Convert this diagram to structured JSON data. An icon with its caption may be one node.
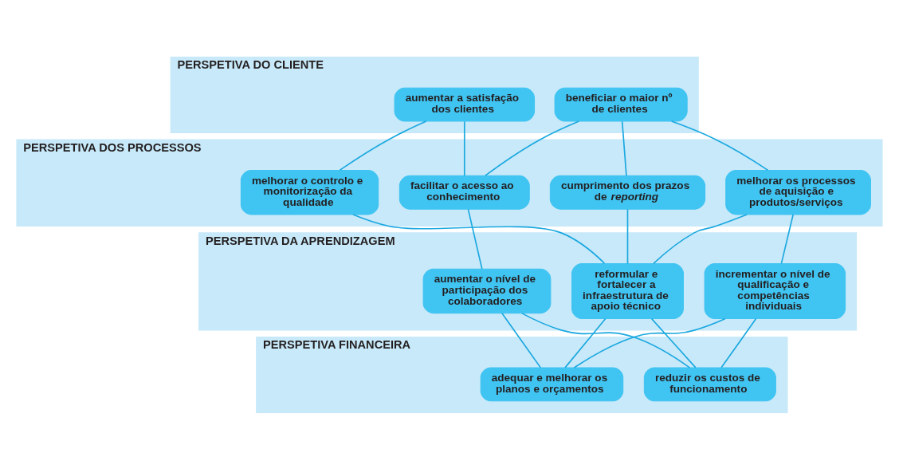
{
  "diagram": {
    "nodes": [
      {
        "text": [
          "PERSPETIVA DO CLIENTE"
        ]
      },
      {
        "text": [
          "aumentar a satisfação dos clientes"
        ],
        "in": 0
      },
      {
        "text": [
          "beneficiar o maior nº de clientes"
        ],
        "in": 0
      },
      {
        "text": [
          "PERSPETIVA DOS PROCESSOS"
        ]
      },
      {
        "text": [
          "melhorar o controlo e monitorização da qualidade"
        ],
        "in": 3
      },
      {
        "text": [
          "melhorar os processos de aquisição e produtos/serviços"
        ],
        "in": 3
      },
      {
        "text": [
          "facilitar o acesso ao conhecimento"
        ],
        "in": 3
      },
      {
        "text": [
          "cumprimento dos prazos de *reporting*"
        ],
        "in": 3
      },
      {
        "text": [
          "PERSPETIVA DA APRENDIZAGEM"
        ]
      },
      {
        "text": [
          "aumentar o nível de participação dos colaboradores"
        ],
        "in": 8
      },
      {
        "text": [
          "reformular e fortalecer a infraestrutura de apoio técnico"
        ],
        "in": 8
      },
      {
        "text": [
          "incrementar o nível de qualificação e competências individuais"
        ],
        "in": 8
      },
      {
        "text": [
          "PERSPETIVA FINANCEIRA"
        ]
      },
      {
        "text": [
          "reduzir os custos de funcionamento"
        ],
        "in": 12
      },
      {
        "text": [
          "adequar e melhorar os planos e orçamentos"
        ],
        "in": 12
      }
    ],
    "edges": [
      {
        "from": 1,
        "to": 4,
        "arrow": "none"
      },
      {
        "from": 1,
        "to": 6,
        "arrow": "none"
      },
      {
        "from": 2,
        "to": 5,
        "arrow": "none"
      },
      {
        "from": 2,
        "to": 6,
        "arrow": "none"
      },
      {
        "from": 2,
        "to": 7,
        "arrow": "none"
      },
      {
        "from": 4,
        "to": 10,
        "arrow": "none"
      },
      {
        "from": 5,
        "to": 10,
        "arrow": "none"
      },
      {
        "from": 5,
        "to": 11,
        "arrow": "none"
      },
      {
        "from": 6,
        "to": 9,
        "arrow": "none"
      },
      {
        "from": 7,
        "to": 10,
        "arrow": "none"
      },
      {
        "from": 9,
        "to": 13,
        "arrow": "none"
      },
      {
        "from": 9,
        "to": 14,
        "arrow": "none"
      },
      {
        "from": 10,
        "to": 13,
        "arrow": "none"
      },
      {
        "from": 10,
        "to": 14,
        "arrow": "none"
      },
      {
        "from": 11,
        "to": 13,
        "arrow": "none"
      },
      {
        "from": 11,
        "to": 14,
        "arrow": "none"
      }
    ]
  }
}
